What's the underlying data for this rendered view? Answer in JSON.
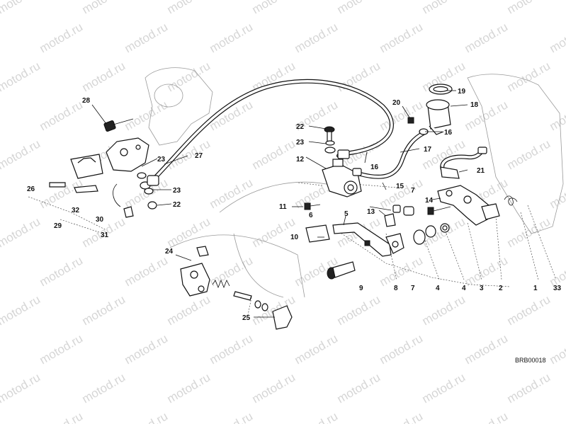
{
  "watermark": {
    "text": "motod.ru",
    "color": "#d6d6d6"
  },
  "diagram_code": "BRB00018",
  "callouts": [
    {
      "id": "1",
      "label": "1"
    },
    {
      "id": "2",
      "label": "2"
    },
    {
      "id": "3",
      "label": "3"
    },
    {
      "id": "4a",
      "label": "4"
    },
    {
      "id": "4b",
      "label": "4"
    },
    {
      "id": "5",
      "label": "5"
    },
    {
      "id": "6",
      "label": "6"
    },
    {
      "id": "7a",
      "label": "7"
    },
    {
      "id": "7b",
      "label": "7"
    },
    {
      "id": "8",
      "label": "8"
    },
    {
      "id": "9",
      "label": "9"
    },
    {
      "id": "10",
      "label": "10"
    },
    {
      "id": "11",
      "label": "11"
    },
    {
      "id": "12",
      "label": "12"
    },
    {
      "id": "13",
      "label": "13"
    },
    {
      "id": "14",
      "label": "14"
    },
    {
      "id": "15",
      "label": "15"
    },
    {
      "id": "16a",
      "label": "16"
    },
    {
      "id": "16b",
      "label": "16"
    },
    {
      "id": "17",
      "label": "17"
    },
    {
      "id": "18",
      "label": "18"
    },
    {
      "id": "19",
      "label": "19"
    },
    {
      "id": "20",
      "label": "20"
    },
    {
      "id": "21",
      "label": "21"
    },
    {
      "id": "22a",
      "label": "22"
    },
    {
      "id": "22b",
      "label": "22"
    },
    {
      "id": "23a",
      "label": "23"
    },
    {
      "id": "23b",
      "label": "23"
    },
    {
      "id": "23c",
      "label": "23"
    },
    {
      "id": "24",
      "label": "24"
    },
    {
      "id": "25",
      "label": "25"
    },
    {
      "id": "26",
      "label": "26"
    },
    {
      "id": "27",
      "label": "27"
    },
    {
      "id": "28",
      "label": "28"
    },
    {
      "id": "29",
      "label": "29"
    },
    {
      "id": "30",
      "label": "30"
    },
    {
      "id": "31",
      "label": "31"
    },
    {
      "id": "32",
      "label": "32"
    },
    {
      "id": "33",
      "label": "33"
    }
  ]
}
